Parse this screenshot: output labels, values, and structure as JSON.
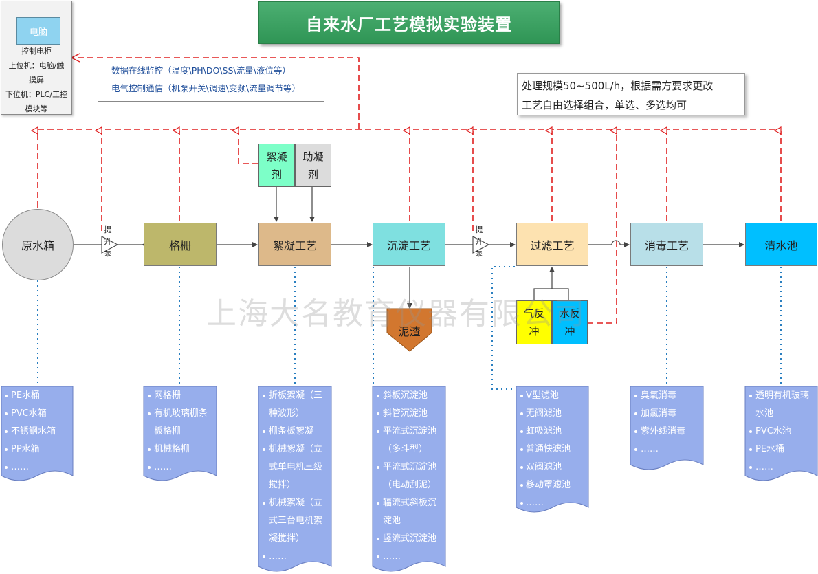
{
  "title": "自来水厂工艺模拟实验装置",
  "cabinet": {
    "pc_label": "电脑",
    "lines": [
      "控制电柜",
      "上位机：电脑/触",
      "摸屏",
      "下位机：PLC/工控",
      "模块等"
    ]
  },
  "control_info": [
    "数据在线监控（温度\\PH\\DO\\SS\\流量\\液位等）",
    "电气控制通信（机泵开关\\调速\\变频\\流量调节等）"
  ],
  "note": [
    "处理规模50~500L/h，根据需方要求更改",
    "工艺自由选择组合，单选、多选均可"
  ],
  "process": {
    "raw": "原水箱",
    "grid": "格栅",
    "floc": "絮凝工艺",
    "sed": "沉淀工艺",
    "filt": "过滤工艺",
    "dis": "消毒工艺",
    "clear": "清水池",
    "sludge": "泥渣"
  },
  "pump_label": [
    "提",
    "升",
    "泵"
  ],
  "chemicals": {
    "coagulant": [
      "絮凝",
      "剂"
    ],
    "aid": [
      "助凝",
      "剂"
    ]
  },
  "backwash": {
    "air": [
      "气反",
      "冲"
    ],
    "water": [
      "水反",
      "冲"
    ]
  },
  "watermark": "上海大名教育仪器有限公司",
  "options": {
    "raw": [
      "PE水桶",
      "PVC水箱",
      "不锈钢水箱",
      "PP水箱",
      "……"
    ],
    "grid": [
      "网格栅",
      "有机玻璃栅条",
      "板格栅",
      "机械格栅",
      "……"
    ],
    "floc": [
      "折板絮凝（三",
      "种波形）",
      "栅条板絮凝",
      "机械絮凝（立",
      "式单电机三级",
      "搅拌）",
      "机械絮凝（立",
      "式三台电机絮",
      "凝搅拌）",
      "……"
    ],
    "sed": [
      "斜板沉淀池",
      "斜管沉淀池",
      "平流式沉淀池",
      "（多斗型）",
      "平流式沉淀池",
      "（电动刮泥）",
      "辐流式斜板沉",
      "淀池",
      "竖流式沉淀池",
      "……"
    ],
    "filt": [
      "V型滤池",
      "无阀滤池",
      "虹吸滤池",
      "普通快滤池",
      "双阀滤池",
      "移动罩滤池",
      "……"
    ],
    "dis": [
      "臭氧消毒",
      "加氯消毒",
      "紫外线消毒",
      "……"
    ],
    "clear": [
      "透明有机玻璃",
      "水池",
      "PVC水池",
      "PE水桶",
      "……"
    ]
  },
  "colors": {
    "grid": "#bdb76b",
    "floc": "#ddb98a",
    "sed": "#7fe0e0",
    "filt": "#fde2b0",
    "dis": "#b8dfe8",
    "clear": "#00bfff",
    "coagulant": "#7dffc8",
    "aid": "#dcdcdc",
    "air": "#ffff00",
    "water": "#00bfff",
    "sludge": "#d2772f",
    "doc": "#97aeec",
    "signal": "#e02020"
  }
}
